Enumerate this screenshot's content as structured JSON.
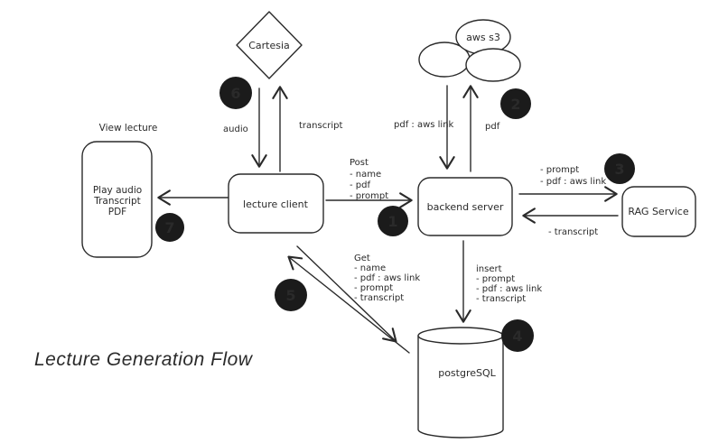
{
  "title": "Lecture Generation Flow",
  "colors": {
    "ink": "#2a2a2a",
    "badge_bg": "#1b1b1b",
    "badge_text": "#d98b2e",
    "title_text": "#5f6368",
    "background": "#ffffff"
  },
  "nodes": {
    "cartesia": {
      "label": "Cartesia",
      "shape": "diamond"
    },
    "aws_s3": {
      "label": "aws s3",
      "shape": "cloud"
    },
    "lecture_client": {
      "label": "lecture client",
      "shape": "rounded-rect"
    },
    "backend_server": {
      "label": "backend server",
      "shape": "rounded-rect"
    },
    "rag_service": {
      "label": "RAG Service",
      "shape": "rounded-rect"
    },
    "view_lecture": {
      "caption": "View lecture",
      "lines": [
        "Play audio",
        "Transcript",
        "PDF"
      ],
      "shape": "rounded-rect"
    },
    "postgresql": {
      "label": "postgreSQL",
      "shape": "cylinder"
    }
  },
  "edges": {
    "audio": {
      "label": "audio",
      "from": "cartesia",
      "to": "lecture_client"
    },
    "transcript_up": {
      "label": "transcript",
      "from": "lecture_client",
      "to": "cartesia"
    },
    "pdf_aws_link_down": {
      "label": "pdf : aws link",
      "from": "aws_s3",
      "to": "backend_server"
    },
    "pdf_up": {
      "label": "pdf",
      "from": "backend_server",
      "to": "aws_s3"
    },
    "post": {
      "lines": [
        "Post",
        "- name",
        "- pdf",
        "- prompt"
      ],
      "from": "lecture_client",
      "to": "backend_server"
    },
    "rag_request": {
      "lines": [
        "- prompt",
        "- pdf : aws link"
      ],
      "from": "backend_server",
      "to": "rag_service"
    },
    "rag_response": {
      "label": "- transcript",
      "from": "rag_service",
      "to": "backend_server"
    },
    "insert": {
      "lines": [
        "insert",
        "- prompt",
        "- pdf : aws link",
        "- transcript"
      ],
      "from": "backend_server",
      "to": "postgresql"
    },
    "get": {
      "lines": [
        "Get",
        "- name",
        "- pdf : aws link",
        "- prompt",
        "- transcript"
      ],
      "from": "postgresql",
      "to": "lecture_client"
    },
    "view": {
      "from": "lecture_client",
      "to": "view_lecture"
    }
  },
  "badges": [
    "1",
    "2",
    "3",
    "4",
    "5",
    "6",
    "7"
  ]
}
